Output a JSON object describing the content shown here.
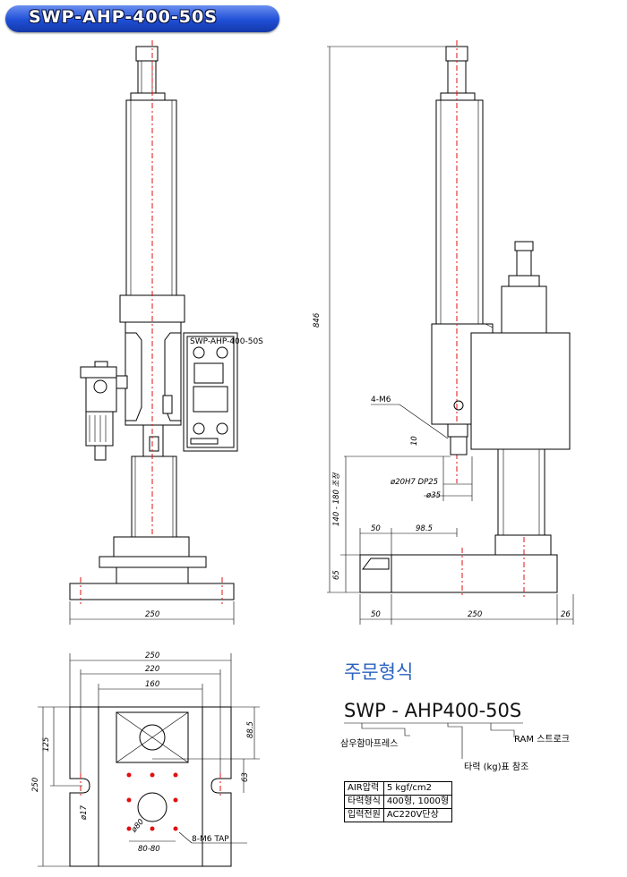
{
  "title": "SWP-AHP-400-50S",
  "front_view": {
    "width_dim": "250",
    "panel_title": "SWP-AHP-400-50S"
  },
  "side_view": {
    "height_dim": "846",
    "tap_label": "4-M6",
    "dim_10": "10",
    "bore_dim": "ø20H7 DP25",
    "shaft_dim": "ø35",
    "stroke_adjust": "140 - 180 조정",
    "dim_50_top": "50",
    "dim_985": "98.5",
    "dim_65": "65",
    "dim_50_bottom": "50",
    "dim_250": "250",
    "dim_26": "26"
  },
  "base_view": {
    "dim_250_top": "250",
    "dim_220": "220",
    "dim_160": "160",
    "dim_125": "125",
    "dim_885": "88.5",
    "dim_250_left": "250",
    "dim_63": "63",
    "dim_17": "ø17",
    "dim_80_dia": "ø80",
    "dim_80_80": "80-80",
    "tap_label": "8-M6  TAP"
  },
  "order": {
    "heading": "주문형식",
    "code": "SWP - AHP400-50S",
    "note_model": "삼우함마프레스",
    "note_stroke": "RAM 스트로크",
    "note_force": "타력 (kg)표 참조"
  },
  "spec_table": [
    {
      "label": "AIR압력",
      "value": "5 kgf/cm2"
    },
    {
      "label": "타력형식",
      "value": "400형, 1000형"
    },
    {
      "label": "입력전원",
      "value": "AC220V단상"
    }
  ]
}
